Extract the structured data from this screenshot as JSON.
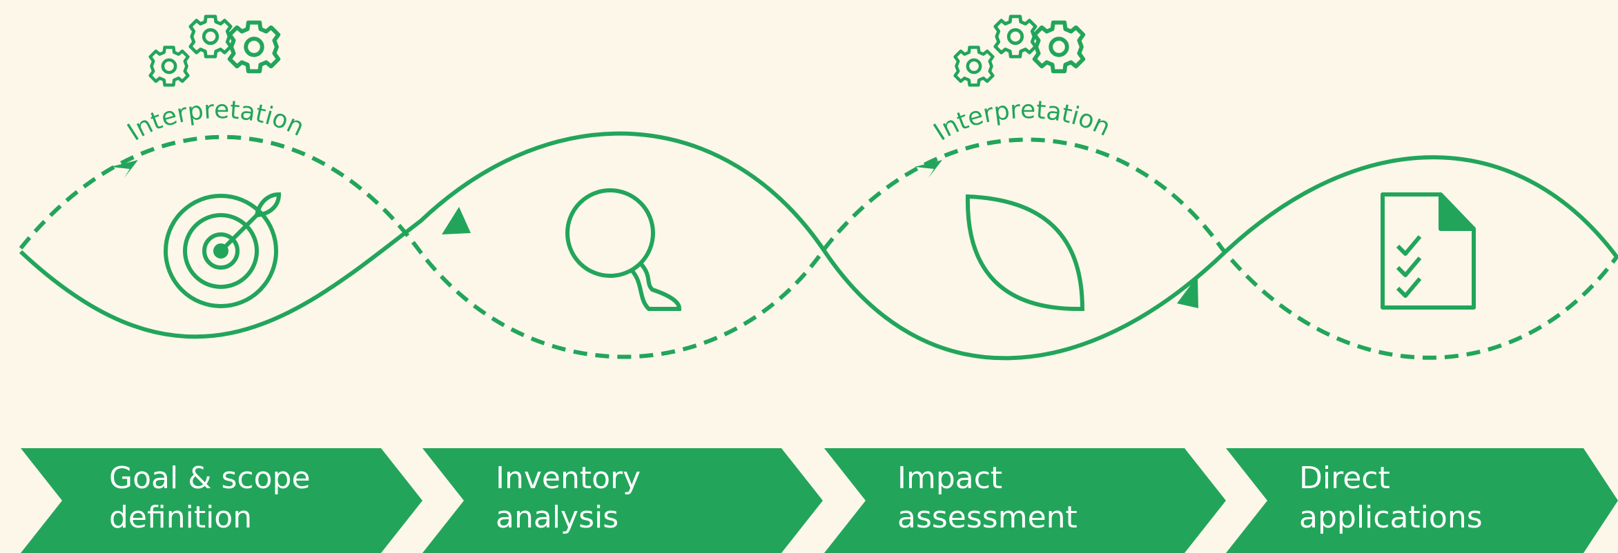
{
  "diagram": {
    "interpretation_label": "Interpretation",
    "stages": [
      {
        "label": "Goal & scope\ndefinition",
        "icon": "target-icon"
      },
      {
        "label": "Inventory\nanalysis",
        "icon": "magnifier-icon"
      },
      {
        "label": "Impact\nassessment",
        "icon": "leaf-icon"
      },
      {
        "label": "Direct\napplications",
        "icon": "checklist-document-icon"
      }
    ],
    "feedback_icons": [
      "gears-icon",
      "gears-icon"
    ],
    "colors": {
      "accent": "#22a55a",
      "background": "#fdf7ea",
      "text_on_accent": "#ffffff"
    }
  }
}
